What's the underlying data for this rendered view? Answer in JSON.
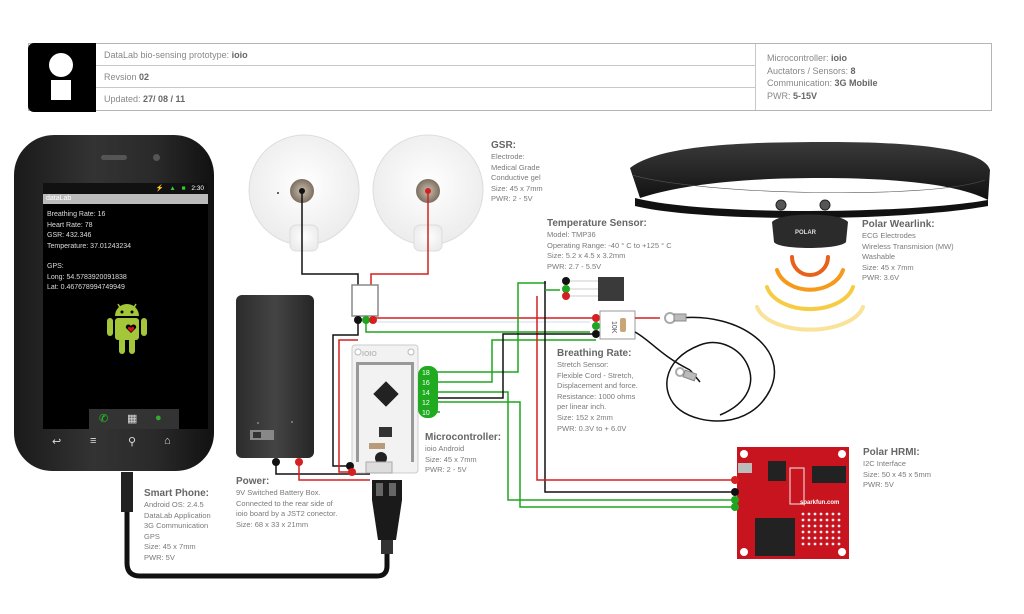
{
  "header": {
    "title_label": "DataLab bio-sensing  prototype: ",
    "title_value": "ioio",
    "revision_label": "Revsion ",
    "revision_value": "02",
    "updated_label": "Updated: ",
    "updated_value": "27/ 08 / 11"
  },
  "specs": {
    "microcontroller_label": "Microcontroller: ",
    "microcontroller_value": "ioio",
    "actuators_label": "Auctators / Sensors: ",
    "actuators_value": "8",
    "communication_label": "Communication: ",
    "communication_value": "3G Mobile",
    "pwr_label": "PWR: ",
    "pwr_value": "5-15V"
  },
  "phone_screen": {
    "status_time": "2:30",
    "app_title": "dataLab",
    "readings": [
      "Breathing Rate: 16",
      "Heart Rate: 78",
      "GSR: 432.346",
      "Temperature: 37.01243234"
    ],
    "gps_label": "GPS:",
    "gps": [
      "Long: 54.5783920091838",
      "Lat: 0.467678994749949"
    ]
  },
  "components": {
    "smart_phone": {
      "title": "Smart Phone:",
      "lines": [
        "Android OS: 2.4.5",
        "DataLab Application",
        "3G Communication",
        "GPS",
        "Size: 45 x 7mm",
        "PWR: 5V"
      ]
    },
    "power": {
      "title": "Power:",
      "lines": [
        "9V Switched Battery Box.",
        "Connected to the rear side of",
        "ioio board by a JST2 conector.",
        "Size: 68 x 33 x 21mm"
      ]
    },
    "microcontroller": {
      "title": "Microcontroller:",
      "lines": [
        "ioio Android",
        "Size: 45 x 7mm",
        "PWR: 2 - 5V"
      ]
    },
    "gsr": {
      "title": "GSR:",
      "lines": [
        "Electrode:",
        "Medical Grade",
        "Conductive gel",
        "Size: 45 x 7mm",
        "PWR: 2 - 5V"
      ]
    },
    "temperature": {
      "title": "Temperature Sensor:",
      "lines": [
        "Model: TMP36",
        "Operating Range: -40 ° C to +125 ° C",
        "Size: 5.2 x 4.5 x 3.2mm",
        "PWR: 2.7 - 5.5V"
      ]
    },
    "breathing": {
      "title": "Breathing Rate:",
      "lines": [
        "Stretch Sensor:",
        "Flexible Cord - Stretch,",
        "Displacement and force.",
        "Resistance: 1000 ohms",
        "per linear inch.",
        "Size: 152 x 2mm",
        "PWR: 0.3V to + 6.0V"
      ]
    },
    "polar_wearlink": {
      "title": "Polar Wearlink:",
      "lines": [
        "ECG Electrodes",
        "Wireless Transmision (MW)",
        "Washable",
        "Size: 45 x 7mm",
        "PWR: 3.6V"
      ]
    },
    "polar_hrmi": {
      "title": "Polar HRMI:",
      "lines": [
        "I2C Interface",
        "Size: 50 x 45 x 5mm",
        "PWR: 5V"
      ]
    }
  },
  "board": {
    "ioio_logo": "IOIO",
    "pins": [
      "18",
      "16",
      "14",
      "12",
      "10"
    ],
    "resistor_label": "10K",
    "polar_brand": "POLAR",
    "sparkfun_brand": "sparkfun.com"
  },
  "colors": {
    "wire_black": "#111111",
    "wire_red": "#d42020",
    "wire_green": "#1fa51f",
    "pin_header_green": "#1faa1f",
    "signal_1": "#e8601a",
    "signal_2": "#f59a1a",
    "signal_3": "#f7cc45",
    "signal_4": "#f9e39a",
    "hrmi_board": "#c8141e"
  }
}
